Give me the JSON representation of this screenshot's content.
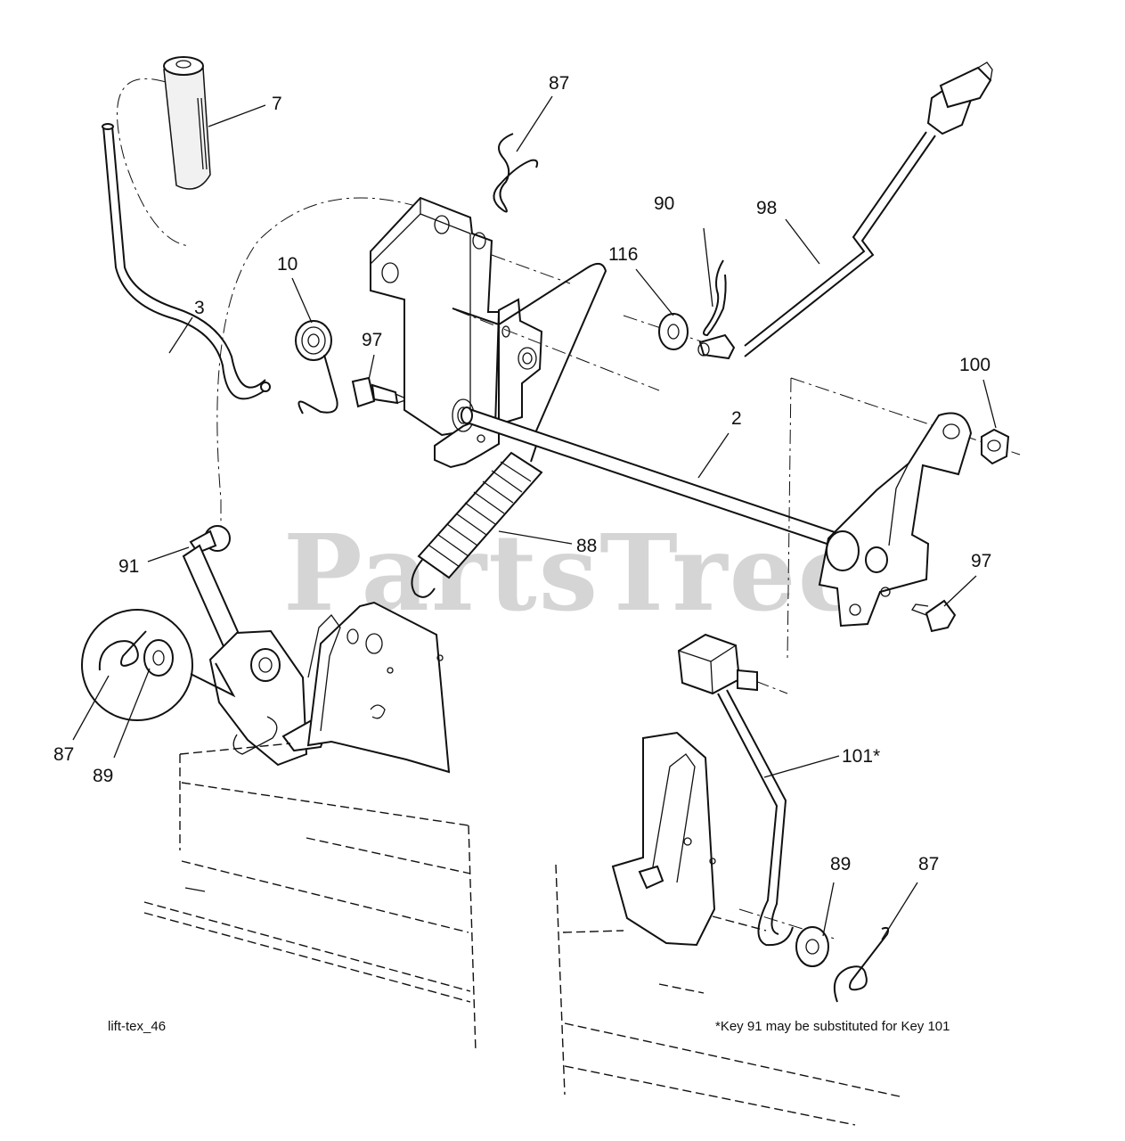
{
  "watermark": "PartsTree",
  "diagram_code": "lift-tex_46",
  "footnote": "*Key 91 may be substituted for Key 101",
  "callouts": {
    "c7": "7",
    "c87_top": "87",
    "c90": "90",
    "c98": "98",
    "c116": "116",
    "c10": "10",
    "c3": "3",
    "c97_left": "97",
    "c100": "100",
    "c2": "2",
    "c88": "88",
    "c97_right": "97",
    "c91": "91",
    "c87_left": "87",
    "c89_left": "89",
    "c101": "101*",
    "c89_right": "89",
    "c87_right": "87"
  }
}
